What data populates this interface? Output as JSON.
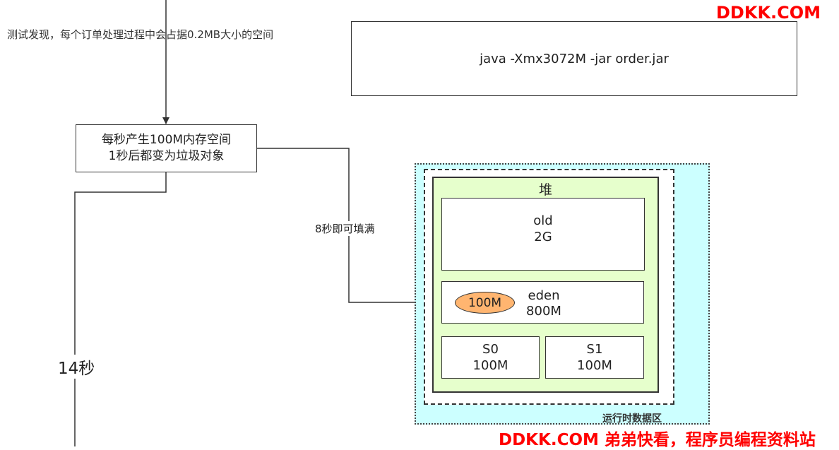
{
  "watermark_top": "DDKK.COM",
  "watermark_bottom": "DDKK.COM 弟弟快看，程序员编程资料站",
  "note_top": "测试发现，每个订单处理过程中会占据0.2MB大小的空间",
  "command": "java -Xmx3072M -jar order.jar",
  "process_box": {
    "line1": "每秒产生100M内存空间",
    "line2": "1秒后都变为垃圾对象"
  },
  "edge_label_fill": "8秒即可填满",
  "edge_label_time": "14秒",
  "runtime_area_label": "运行时数据区",
  "heap": {
    "title": "堆",
    "old": {
      "name": "old",
      "size": "2G"
    },
    "eden": {
      "name": "eden",
      "size": "800M",
      "object": "100M"
    },
    "s0": {
      "name": "S0",
      "size": "100M"
    },
    "s1": {
      "name": "S1",
      "size": "100M"
    }
  },
  "colors": {
    "runtime_area_bg": "#ccffff",
    "heap_bg": "#e6ffcc",
    "object_fill": "#ffb570",
    "watermark": "#ff0000"
  }
}
